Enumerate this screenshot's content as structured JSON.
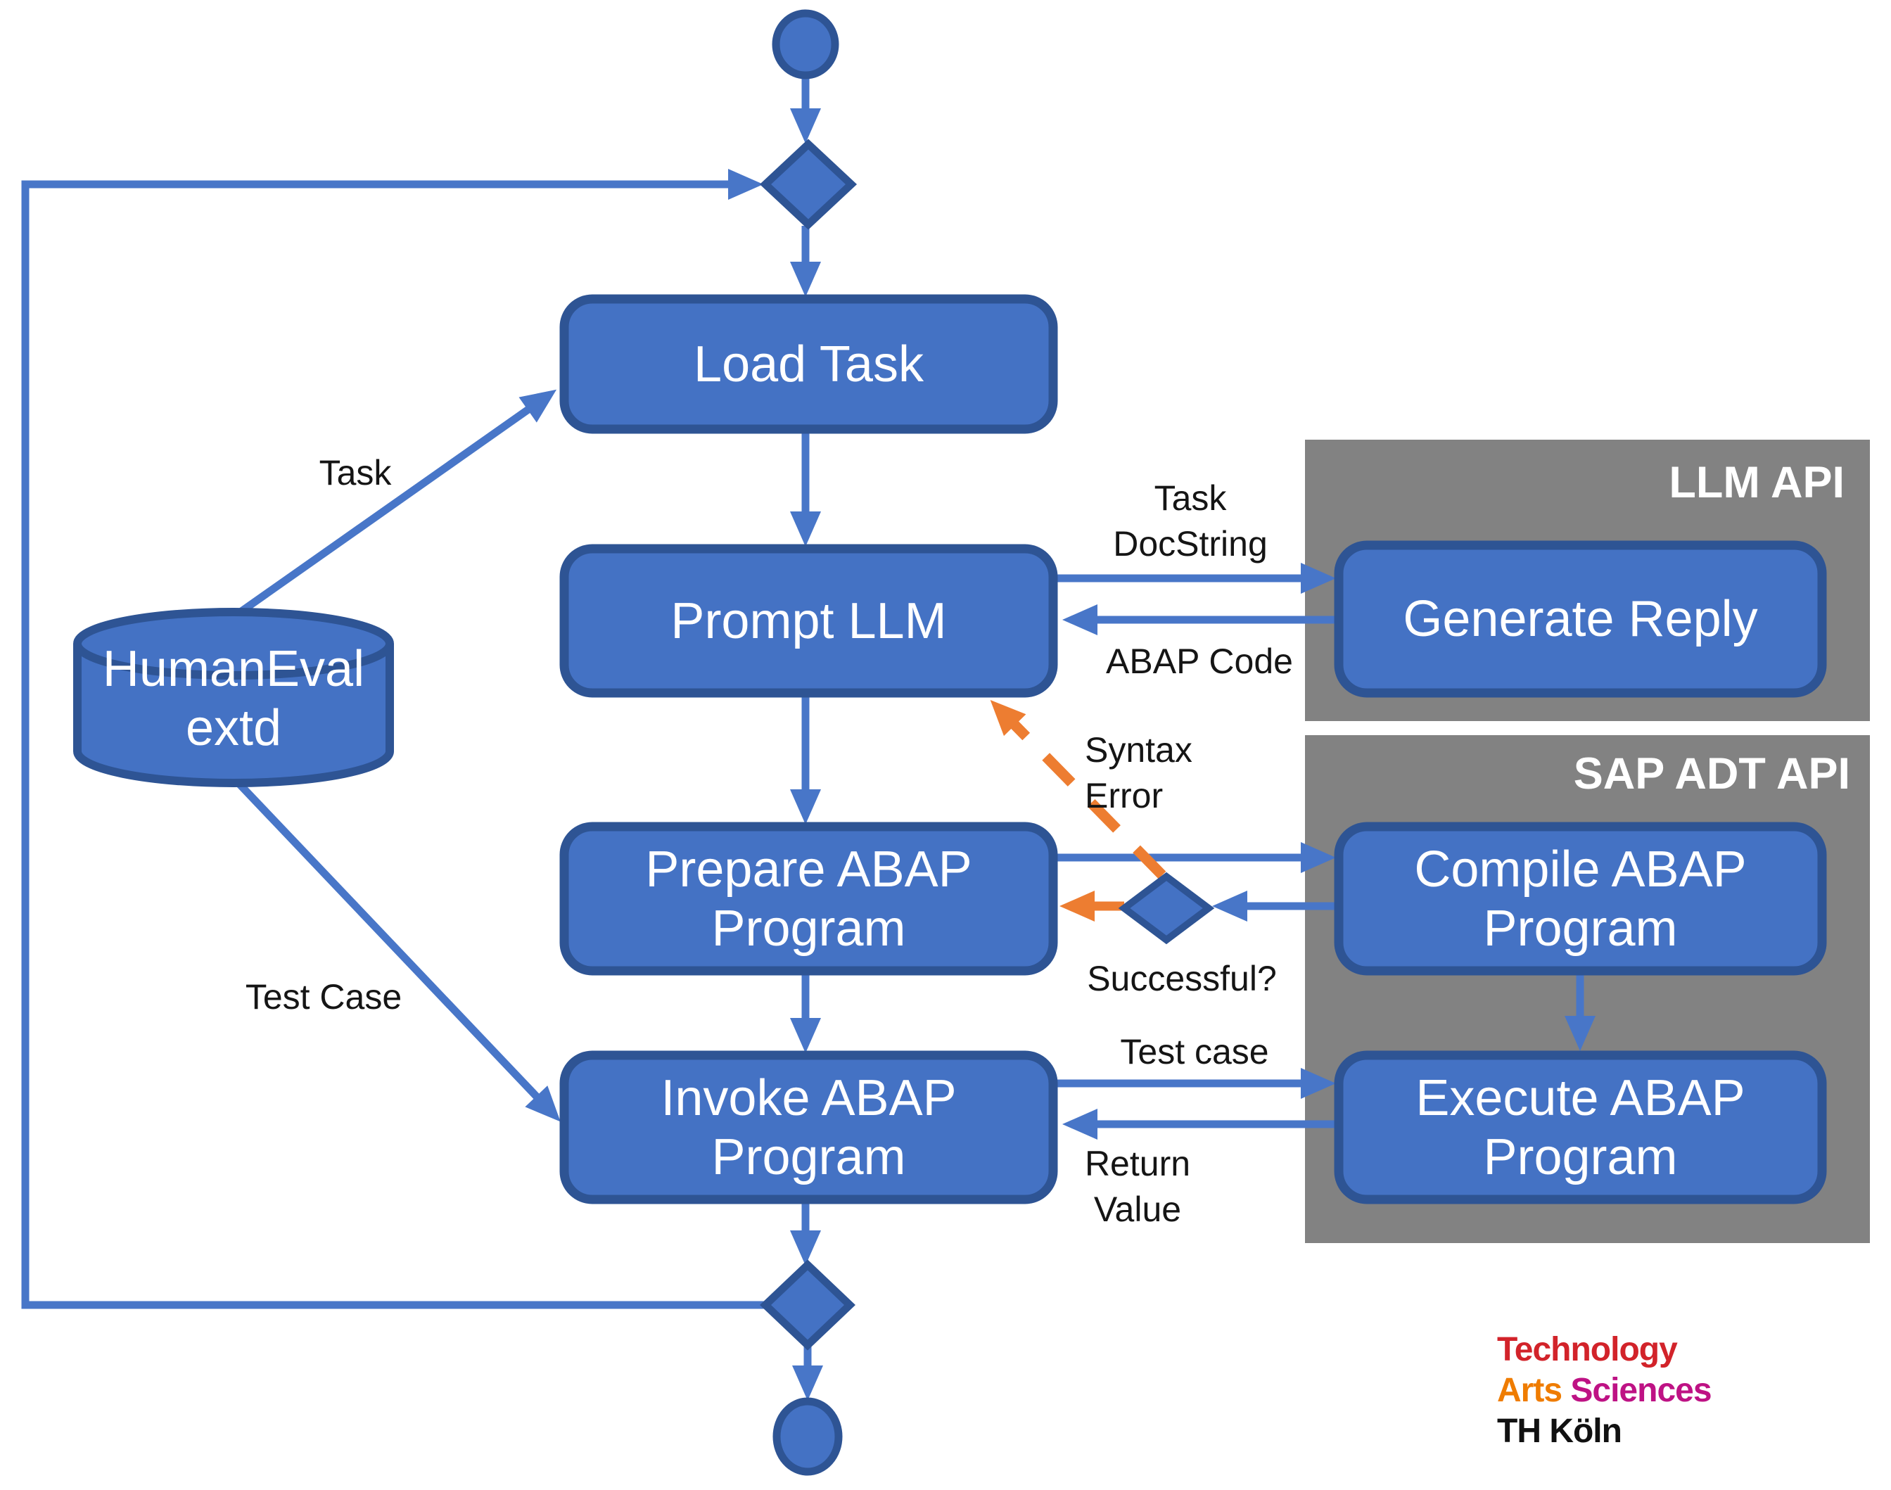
{
  "diagram": {
    "nodes": {
      "load_task": "Load Task",
      "prompt_llm": "Prompt LLM",
      "prepare_abap_program": "Prepare ABAP Program",
      "invoke_abap_program": "Invoke ABAP Program",
      "generate_reply": "Generate Reply",
      "compile_abap_program": "Compile ABAP Program",
      "execute_abap_program": "Execute ABAP Program",
      "humaneval_extd": {
        "line1": "HumanEval",
        "line2": "extd"
      }
    },
    "panels": {
      "llm_api": "LLM API",
      "sap_adt_api": "SAP ADT API"
    },
    "edges": {
      "task": "Task",
      "task_docstring": {
        "line1": "Task",
        "line2": "DocString"
      },
      "abap_code": "ABAP Code",
      "syntax_error": {
        "line1": "Syntax",
        "line2": "Error"
      },
      "successful": "Successful?",
      "test_case_to_invoke": "Test Case",
      "test_case_to_execute": "Test case",
      "return_value": {
        "line1": "Return",
        "line2": "Value"
      }
    },
    "logo": {
      "line1": "Technology",
      "line2_word1": "Arts",
      "line2_word2": "Sciences",
      "line3": "TH Köln"
    },
    "colors": {
      "node_fill": "#4472C4",
      "node_border": "#2E5494",
      "connector_blue": "#4876C8",
      "highlight_orange": "#ED7D31",
      "panel_gray": "#828282",
      "node_text": "#FFFFFF",
      "label_text": "#151515",
      "logo_red": "#D2232A",
      "logo_orange": "#EF7C00",
      "logo_magenta": "#BE1284",
      "logo_black": "#111111"
    }
  }
}
